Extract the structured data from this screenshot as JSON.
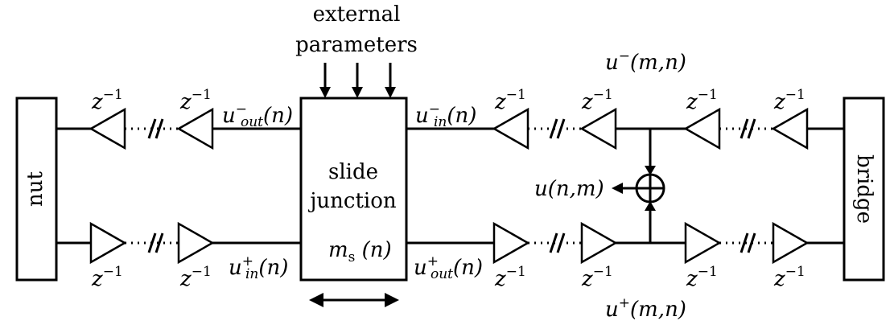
{
  "colors": {
    "stroke": "#000000",
    "background": "#ffffff"
  },
  "labels": {
    "external_line1": "external",
    "external_line2": "parameters",
    "nut": "nut",
    "bridge": "bridge",
    "slide_line1": "slide",
    "slide_line2": "junction",
    "ms": "m",
    "ms_sub": "s",
    "ms_arg": " (n)",
    "delay_base": "z",
    "delay_exp": "−1",
    "u_out_minus": {
      "base": "u",
      "sup": "−",
      "sub": "out",
      "arg": "(n)"
    },
    "u_in_plus": {
      "base": "u",
      "sup": "+",
      "sub": "in",
      "arg": "(n)"
    },
    "u_in_minus": {
      "base": "u",
      "sup": "−",
      "sub": "in",
      "arg": "(n)"
    },
    "u_out_plus": {
      "base": "u",
      "sup": "+",
      "sub": "out",
      "arg": "(n)"
    },
    "u_minus_mn": {
      "base": "u",
      "sup": "−",
      "arg": "(m,n)"
    },
    "u_plus_mn": {
      "base": "u",
      "sup": "+",
      "arg": "(m,n)"
    },
    "u_nm": "u(n,m)"
  }
}
